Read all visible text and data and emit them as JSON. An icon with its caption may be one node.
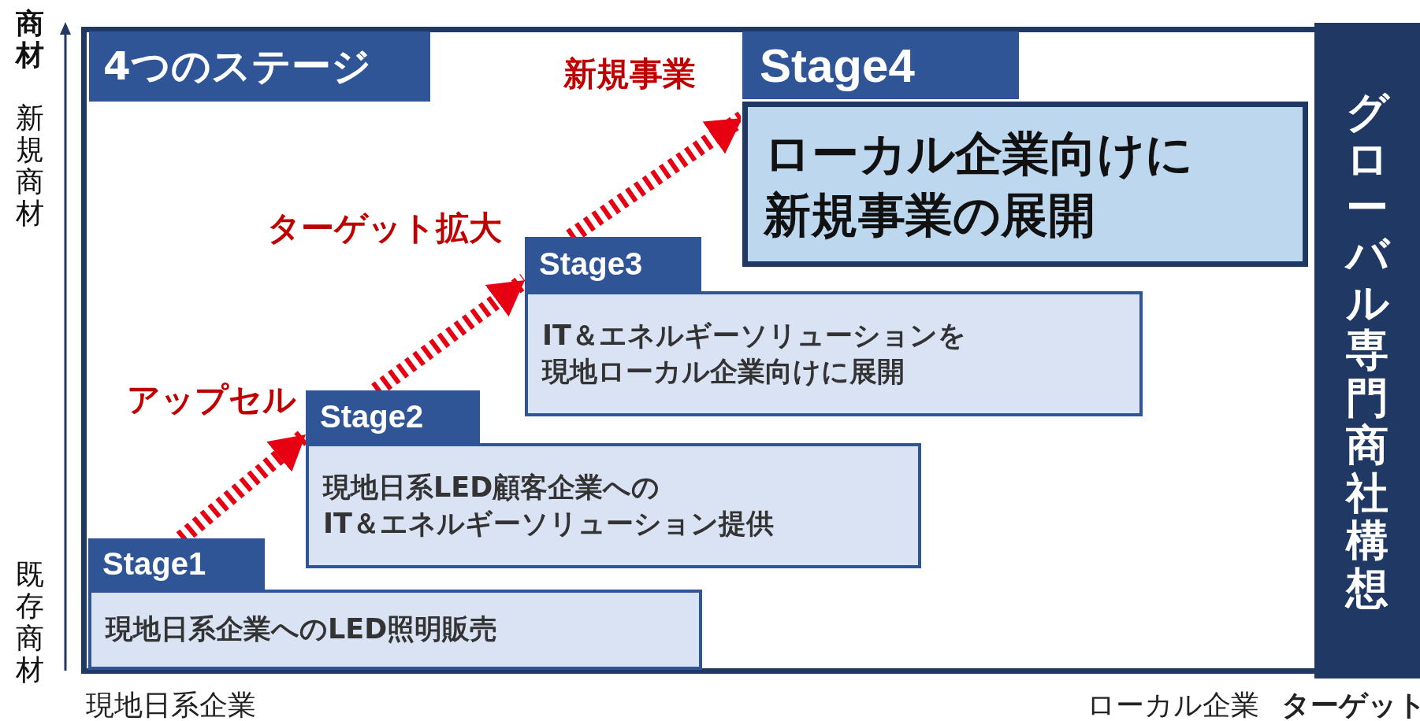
{
  "diagram": {
    "title": "4つのステージ",
    "nodes": [
      {
        "text": [
          "Stage1",
          "現地日系企業へのLED照明販売"
        ]
      },
      {
        "text": [
          "Stage2",
          "現地日系LED顧客企業へのIT＆エネルギーソリューション提供"
        ]
      },
      {
        "text": [
          "Stage3",
          "IT＆エネルギーソリューションを現地ローカル企業向けに展開"
        ]
      },
      {
        "text": [
          "Stage4",
          "ローカル企業向けに新規事業の展開"
        ]
      },
      {
        "text": [
          "グローバル専門商社構想"
        ]
      }
    ],
    "edges": [
      {
        "from": 0,
        "to": 1,
        "arrow": "to",
        "label": "アップセル",
        "style": "dashed"
      },
      {
        "from": 1,
        "to": 2,
        "arrow": "to",
        "label": "ターゲット拡大",
        "style": "dashed"
      },
      {
        "from": 2,
        "to": 3,
        "arrow": "to",
        "label": "新規事業",
        "style": "dashed"
      }
    ],
    "labels": [
      "商材",
      "新規商材",
      "既存商材",
      "現地日系企業",
      "ローカル企業",
      "ターゲット"
    ]
  }
}
